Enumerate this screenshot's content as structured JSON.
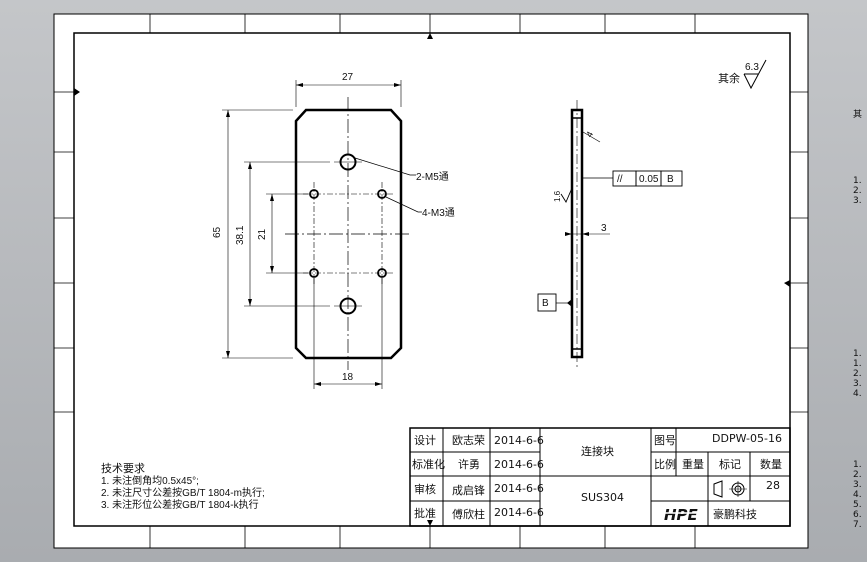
{
  "surface_note": {
    "label": "其余",
    "roughness": "6.3"
  },
  "front_view": {
    "dim_width": "27",
    "dim_height": "65",
    "dim_hole_spacing_outer": "38.1",
    "dim_hole_spacing_inner": "21",
    "dim_bottom_width": "18",
    "callout_big_holes": "2-M5通",
    "callout_small_holes": "4-M3通"
  },
  "side_view": {
    "chamfer": "4",
    "roughness_small": "1.6",
    "tolerance_symbol": "//",
    "tolerance_value": "0.05",
    "tolerance_datum": "B",
    "datum_label": "B",
    "thickness": "3"
  },
  "tech_requirements": {
    "title": "技术要求",
    "lines": [
      "1. 未注倒角均0.5x45°;",
      "2. 未注尺寸公差按GB/T 1804-m执行;",
      "3. 未注形位公差按GB/T 1804-k执行"
    ]
  },
  "title_block": {
    "rows": [
      {
        "label": "设计",
        "name": "欧志荣",
        "date": "2014-6-6"
      },
      {
        "label": "标准化",
        "name": "许勇",
        "date": "2014-6-6"
      },
      {
        "label": "审核",
        "name": "成启锋",
        "date": "2014-6-6"
      },
      {
        "label": "批准",
        "name": "傅欣柱",
        "date": "2014-6-6"
      }
    ],
    "part_name": "连接块",
    "material": "SUS304",
    "drawing_no_label": "图号",
    "drawing_no": "DDPW-05-16",
    "scale_label": "比例",
    "weight_label": "重量",
    "mark_label": "标记",
    "qty_label": "数量",
    "qty_value": "28",
    "company": "豪鹏科技",
    "logo_text": "HPE"
  },
  "right_edge": {
    "top_char": "其",
    "groups": [
      [
        "1.",
        "2.",
        "3."
      ],
      [
        "1.",
        "1.",
        "2.",
        "3.",
        "4."
      ],
      [
        "1.",
        "2.",
        "3.",
        "4.",
        "5.",
        "6.",
        "7."
      ]
    ]
  }
}
